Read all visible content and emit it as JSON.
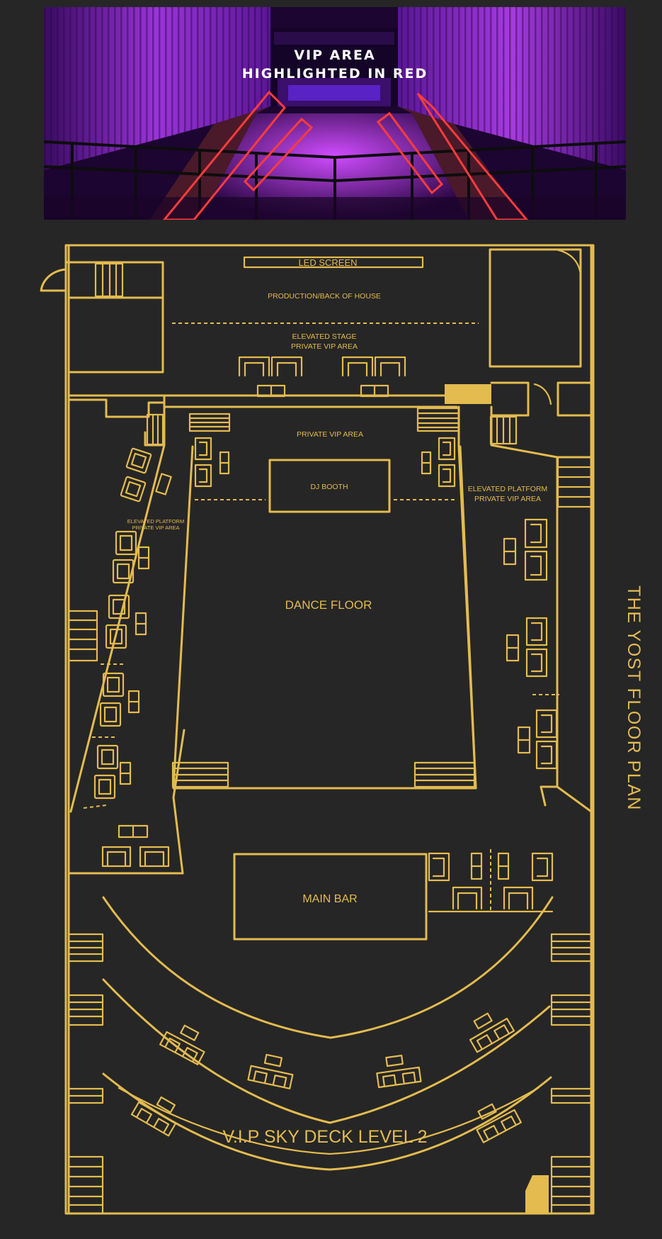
{
  "photo": {
    "title_line1": "VIP AREA",
    "title_line2": "HIGHLIGHTED IN RED",
    "highlight_color": "#ff3b3b",
    "wall_color": "#8a2ed0"
  },
  "floor_plan": {
    "title": "THE YOST FLOOR PLAN",
    "line_color": "#e3bb4f",
    "background": "#262626",
    "labels": {
      "led_screen": "LED SCREEN",
      "production": "PRODUCTION/BACK OF HOUSE",
      "stage_line1": "ELEVATED STAGE",
      "stage_line2": "PRIVATE VIP AREA",
      "private_vip": "PRIVATE VIP AREA",
      "dj_booth": "DJ BOOTH",
      "right_platform_line1": "ELEVATED PLATFORM",
      "right_platform_line2": "PRIVATE VIP AREA",
      "left_platform_line1": "ELEVATED PLATFORM",
      "left_platform_line2": "PRIVATE VIP AREA",
      "dance_floor": "DANCE FLOOR",
      "main_bar": "MAIN BAR",
      "sky_deck": "V.I.P SKY DECK LEVEL 2"
    }
  }
}
